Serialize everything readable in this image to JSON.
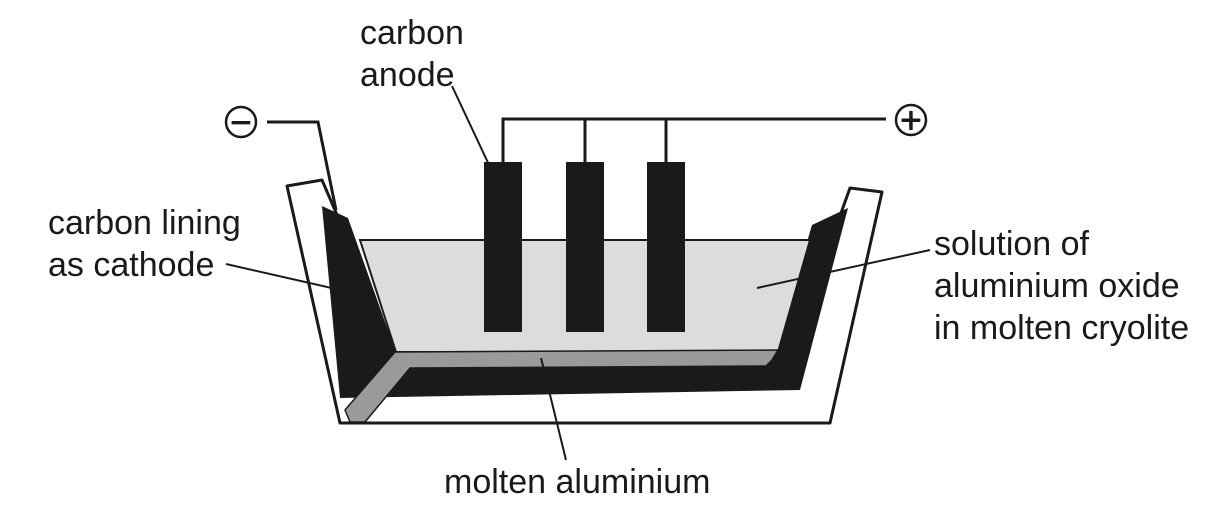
{
  "labels": {
    "anode": [
      "carbon",
      "anode"
    ],
    "cathode_lining": [
      "carbon lining",
      "as cathode"
    ],
    "electrolyte": [
      "solution of",
      "aluminium oxide",
      "in molten cryolite"
    ],
    "molten_metal": "molten aluminium"
  },
  "terminals": {
    "negative": "−",
    "positive": "+"
  },
  "colors": {
    "outline": "#1a1a1a",
    "carbon": "#1a1a1a",
    "electrolyte": "#dcdcdc",
    "molten_aluminium": "#9a9a9a",
    "background": "#ffffff"
  }
}
